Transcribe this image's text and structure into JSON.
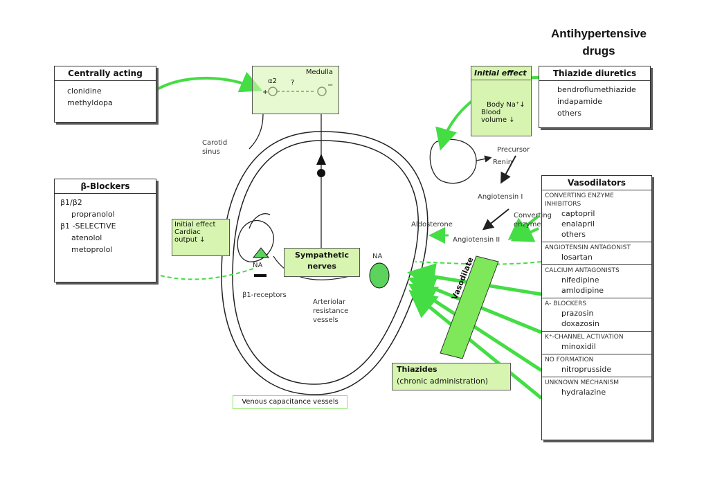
{
  "title": {
    "line1": "Antihypertensive",
    "line2": "drugs"
  },
  "centrally_acting": {
    "header": "Centrally acting",
    "items": [
      "clonidine",
      "methyldopa"
    ]
  },
  "beta_blockers": {
    "header": "β-Blockers",
    "b1b2": "β1/β2",
    "nonselective": [
      "propranolol"
    ],
    "selective_label": "β1 -SELECTIVE",
    "selective": [
      "atenolol",
      "metoprolol"
    ]
  },
  "thiazide_diuretics": {
    "header": "Thiazide diuretics",
    "items": [
      "bendroflumethiazide",
      "indapamide",
      "others"
    ]
  },
  "initial_effect_kidney": {
    "title": "Initial effect",
    "line1": "Body Na⁺↓",
    "line2": "Blood",
    "line3": "volume ↓"
  },
  "initial_effect_heart": {
    "line1": "Initial effect",
    "line2": "Cardiac",
    "line3": "output ↓"
  },
  "medulla": {
    "label": "Medulla",
    "alpha": "α2",
    "question": "?",
    "plus": "+",
    "minus": "−"
  },
  "vasodilators": {
    "header": "Vasodilators",
    "sections": [
      {
        "caption": "CONVERTING ENZYME INHIBITORS",
        "items": [
          "captopril",
          "enalapril",
          "others"
        ]
      },
      {
        "caption": "ANGIOTENSIN ANTAGONIST",
        "items": [
          "losartan"
        ]
      },
      {
        "caption": "CALCIUM ANTAGONISTS",
        "items": [
          "nifedipine",
          "amlodipine"
        ]
      },
      {
        "caption": "α- BLOCKERS",
        "items": [
          "prazosin",
          "doxazosin"
        ]
      },
      {
        "caption": "K⁺-CHANNEL ACTIVATION",
        "items": [
          "minoxidil"
        ]
      },
      {
        "caption": "NO FORMATION",
        "items": [
          "nitroprusside"
        ]
      },
      {
        "caption": "UNKNOWN MECHANISM",
        "items": [
          "hydralazine"
        ]
      }
    ]
  },
  "labels": {
    "carotid": "Carotid",
    "sinus": "sinus",
    "precursor": "Precursor",
    "renin": "Renin",
    "angiotensin1": "Angiotensin I",
    "converting": "Converting",
    "enzyme": "enzyme",
    "aldosterone": "Aldosterone",
    "angiotensin2": "Angiotensin II",
    "na_heart": "NA",
    "na_vessel": "NA",
    "b1_receptors": "β1-receptors",
    "arteriolar1": "Arteriolar",
    "arteriolar2": "resistance",
    "arteriolar3": "vessels",
    "sympathetic1": "Sympathetic",
    "sympathetic2": "nerves",
    "venous": "Venous capacitance vessels",
    "vasodilate": "Vasodilate",
    "thiazides1": "Thiazides",
    "thiazides2": "(chronic administration)"
  },
  "colors": {
    "arrow_green": "#44dd44",
    "panel_green": "#d7f5b0"
  }
}
